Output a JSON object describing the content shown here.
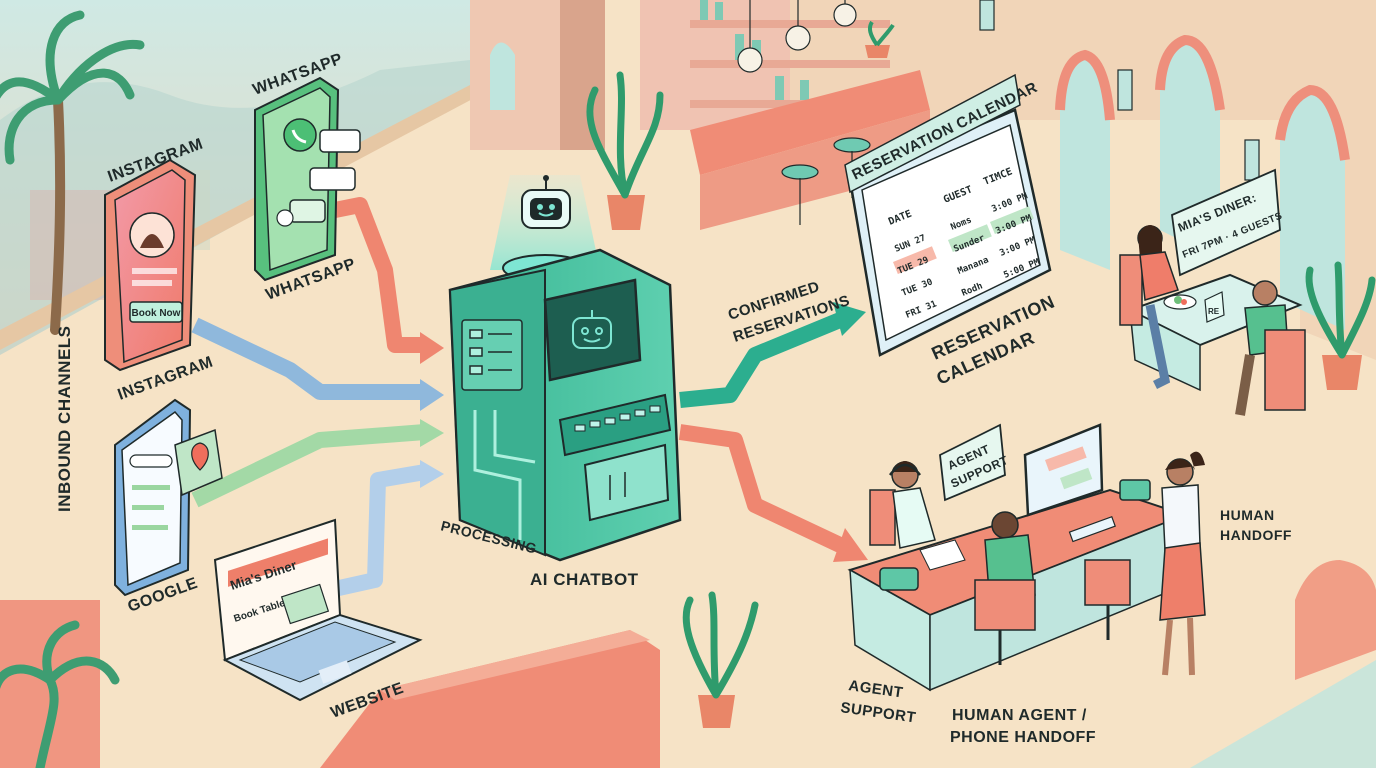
{
  "labels": {
    "inbound_channels": "INBOUND CHANNELS",
    "instagram_top": "INSTAGRAM",
    "instagram_bottom": "INSTAGRAM",
    "whatsapp_top": "WHATSAPP",
    "whatsapp_bottom": "WHATSAPP",
    "google": "GOOGLE",
    "website": "WEBSITE",
    "processing": "PROCESSING",
    "ai_chatbot": "AI CHATBOT",
    "confirmed_line1": "CONFIRMED",
    "confirmed_line2": "RESERVATIONS",
    "calendar_header": "RESERVATION CALENDAR",
    "calendar_label_line1": "RESERVATION",
    "calendar_label_line2": "CALENDAR",
    "agent_support_bubble_line1": "AGENT",
    "agent_support_bubble_line2": "SUPPORT",
    "agent_support_line1": "AGENT",
    "agent_support_line2": "SUPPORT",
    "human_agent_line1": "HUMAN AGENT /",
    "human_agent_line2": "PHONE HANDOFF",
    "human_handoff_line1": "HUMAN",
    "human_handoff_line2": "HANDOFF",
    "mias_diner_line1": "MIA'S DINER:",
    "mias_diner_line2": "FRI 7PM · 4 GUESTS"
  },
  "instagram_phone": {
    "button": "Book Now"
  },
  "website_laptop": {
    "title": "Mia's Diner",
    "button": "Book Table"
  },
  "calendar": {
    "columns": [
      "DATE",
      "GUEST",
      "TIMCE"
    ],
    "rows": [
      [
        "SUN 27",
        "Noms",
        "3:00 PM"
      ],
      [
        "TUE 29",
        "Sunder",
        "3:00 PM"
      ],
      [
        "TUE 30",
        "Manana",
        "3:00 PM"
      ],
      [
        "FRI 31",
        "Rodh",
        "5:00 PM"
      ]
    ]
  },
  "table_sign": "RE",
  "colors": {
    "background": "#f6e3c6",
    "teal": "#3fbf9f",
    "coral": "#ee7f6a",
    "blue": "#8bb7dc",
    "green": "#9ed6a4",
    "dark": "#1f2a2a"
  }
}
